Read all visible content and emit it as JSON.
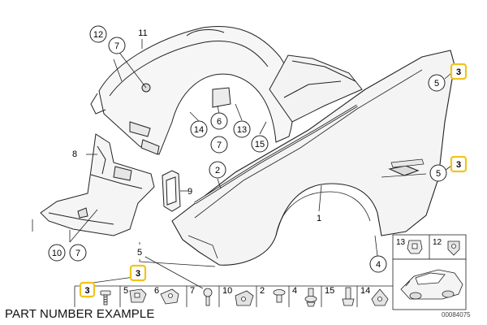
{
  "caption": "PART NUMBER EXAMPLE",
  "doc_id": "00084075",
  "callouts": {
    "c12_top": "12",
    "c7_top": "7",
    "c11": "11",
    "c14": "14",
    "c6": "6",
    "c7_mid": "7",
    "c13": "13",
    "c15": "15",
    "c8": "8",
    "c9": "9",
    "c2": "2",
    "c1": "1",
    "c10_bot": "10",
    "c7_bot": "7",
    "c5_low": "5",
    "c3_low": "3",
    "c5_r1": "5",
    "c3_r1": "3",
    "c5_r2": "5",
    "c3_r2": "3",
    "c4": "4"
  },
  "inset": {
    "n13": "13",
    "n12": "12"
  },
  "parts_strip": [
    "3",
    "5",
    "6",
    "7",
    "10",
    "2",
    "4",
    "15",
    "14"
  ],
  "colors": {
    "highlight": "#f0c419",
    "line": "#222222"
  }
}
